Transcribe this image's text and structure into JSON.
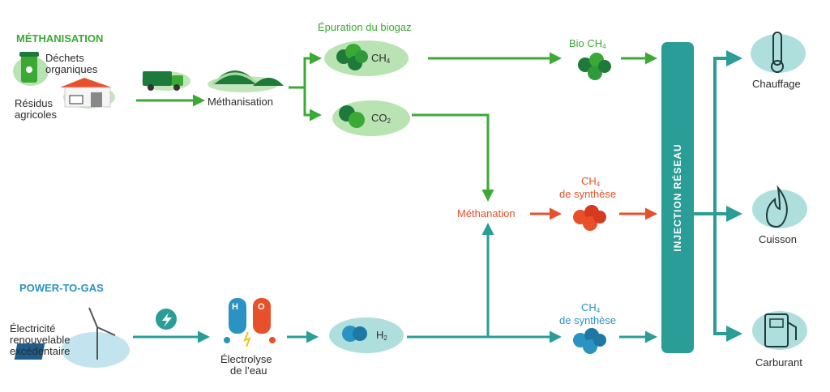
{
  "sections": {
    "methanisation": "MÉTHANISATION",
    "power_to_gas": "POWER-TO-GAS"
  },
  "inputs": {
    "dechets_line1": "Déchets",
    "dechets_line2": "organiques",
    "residus_line1": "Résidus",
    "residus_line2": "agricoles",
    "elec_line1": "Électricité",
    "elec_line2": "renouvelable",
    "elec_line3": "excédentaire"
  },
  "nodes": {
    "methanisation": "Méthanisation",
    "epuration": "Épuration du biogaz",
    "ch4_symbol": "CH",
    "ch4_index": "4",
    "co2_symbol": "CO",
    "co2_index": "2",
    "bio_ch4": "Bio CH",
    "bio_ch4_index": "4",
    "methanation": "Méthanation",
    "synth_ch4_symbol": "CH",
    "synth_ch4_index": "4",
    "synth_label": "de synthèse",
    "synth2_ch4_symbol": "CH",
    "synth2_ch4_index": "4",
    "synth2_label": "de synthèse",
    "h2_symbol": "H",
    "h2_index": "2",
    "electrolyse_line1": "Électrolyse",
    "electrolyse_line2": "de l’eau",
    "h2_tank_label": "H",
    "o2_tank_label": "O"
  },
  "injection": "INJECTION RÉSEAU",
  "outputs": {
    "chauffage": "Chauffage",
    "cuisson": "Cuisson",
    "carburant": "Carburant"
  },
  "colors": {
    "green": "#3aaa35",
    "green_dark": "#1e7a3a",
    "green_light": "#a8dca0",
    "teal": "#2a9d97",
    "teal_light": "#a6dcd9",
    "blue": "#2b93c1",
    "blue_light": "#a8d8e8",
    "orange": "#e8502a"
  }
}
